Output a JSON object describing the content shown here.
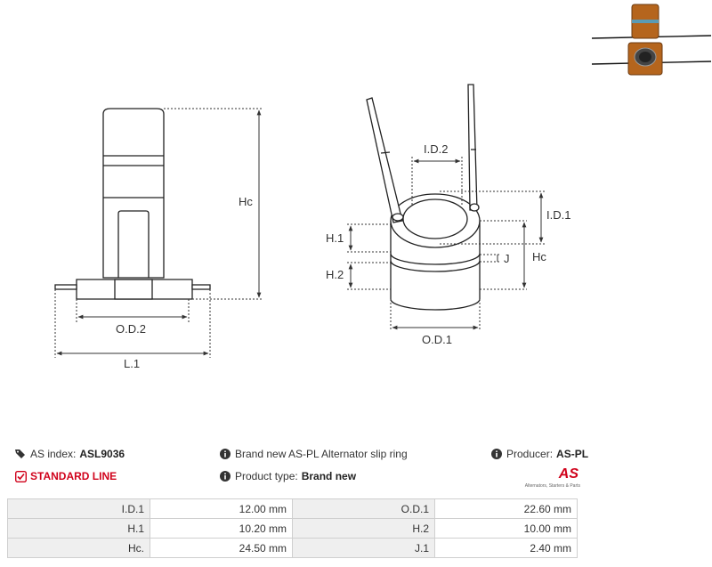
{
  "header": {
    "as_index_label": "AS index:",
    "as_index_value": "ASL9036",
    "description": "Brand new AS-PL Alternator slip ring",
    "producer_label": "Producer:",
    "producer_value": "AS-PL",
    "line_label": "STANDARD LINE",
    "product_type_label": "Product type:",
    "product_type_value": "Brand new"
  },
  "logo": {
    "mark": "AS",
    "tagline": "Alternators, Starters & Parts"
  },
  "drawing": {
    "labels": {
      "hc_left": "Hc",
      "od2": "O.D.2",
      "l1": "L.1",
      "id2": "I.D.2",
      "id1": "I.D.1",
      "h1": "H.1",
      "h2": "H.2",
      "j": "J",
      "hc_right": "Hc",
      "od1": "O.D.1"
    }
  },
  "specs": [
    {
      "label1": "I.D.1",
      "value1": "12.00 mm",
      "label2": "O.D.1",
      "value2": "22.60 mm"
    },
    {
      "label1": "H.1",
      "value1": "10.20 mm",
      "label2": "H.2",
      "value2": "10.00 mm"
    },
    {
      "label1": "Hc.",
      "value1": "24.50 mm",
      "label2": "J.1",
      "value2": "2.40 mm"
    }
  ],
  "colors": {
    "accent": "#d0021b",
    "outline": "#222222",
    "table_header_bg": "#efefef",
    "copper": "#b5651d"
  }
}
